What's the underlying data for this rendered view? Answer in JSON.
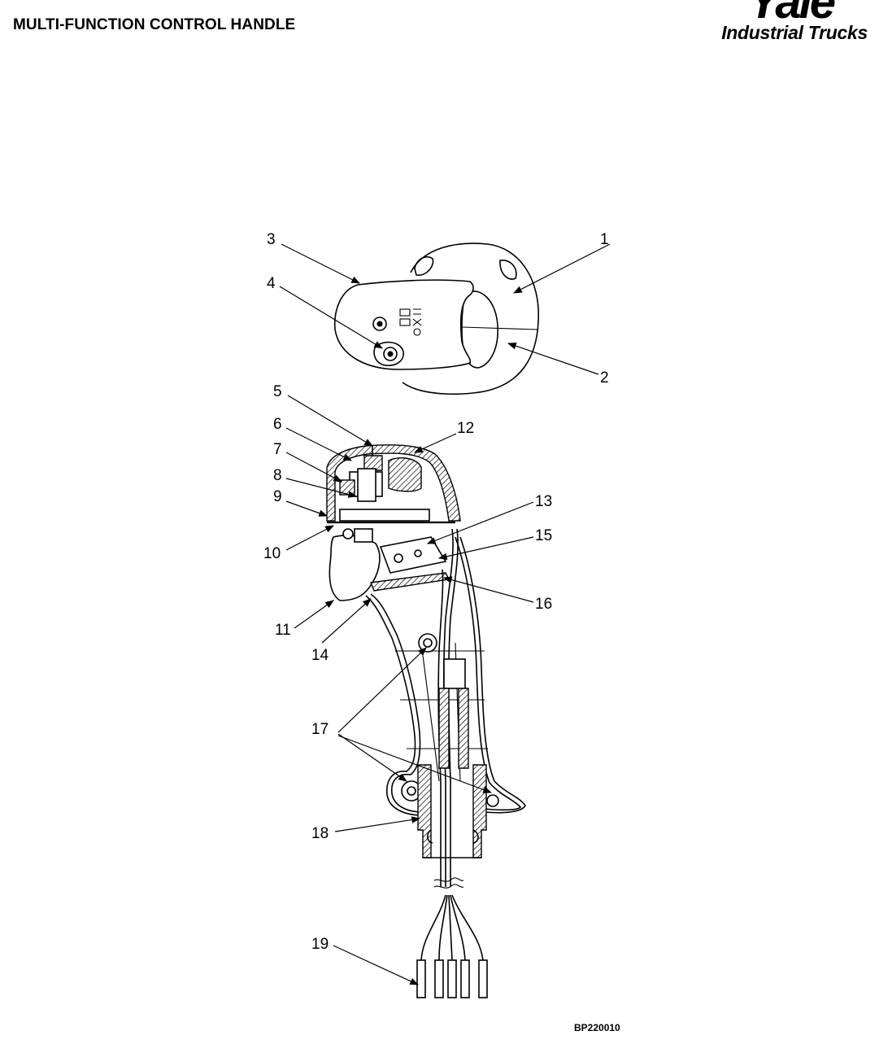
{
  "header": {
    "title": "MULTI-FUNCTION CONTROL HANDLE",
    "brand_logo": "Yale",
    "brand_subtitle": "Industrial Trucks"
  },
  "figure": {
    "code": "BP220010",
    "callouts": [
      "1",
      "2",
      "3",
      "4",
      "5",
      "6",
      "7",
      "8",
      "9",
      "10",
      "11",
      "12",
      "13",
      "14",
      "15",
      "16",
      "17",
      "18",
      "19"
    ]
  }
}
